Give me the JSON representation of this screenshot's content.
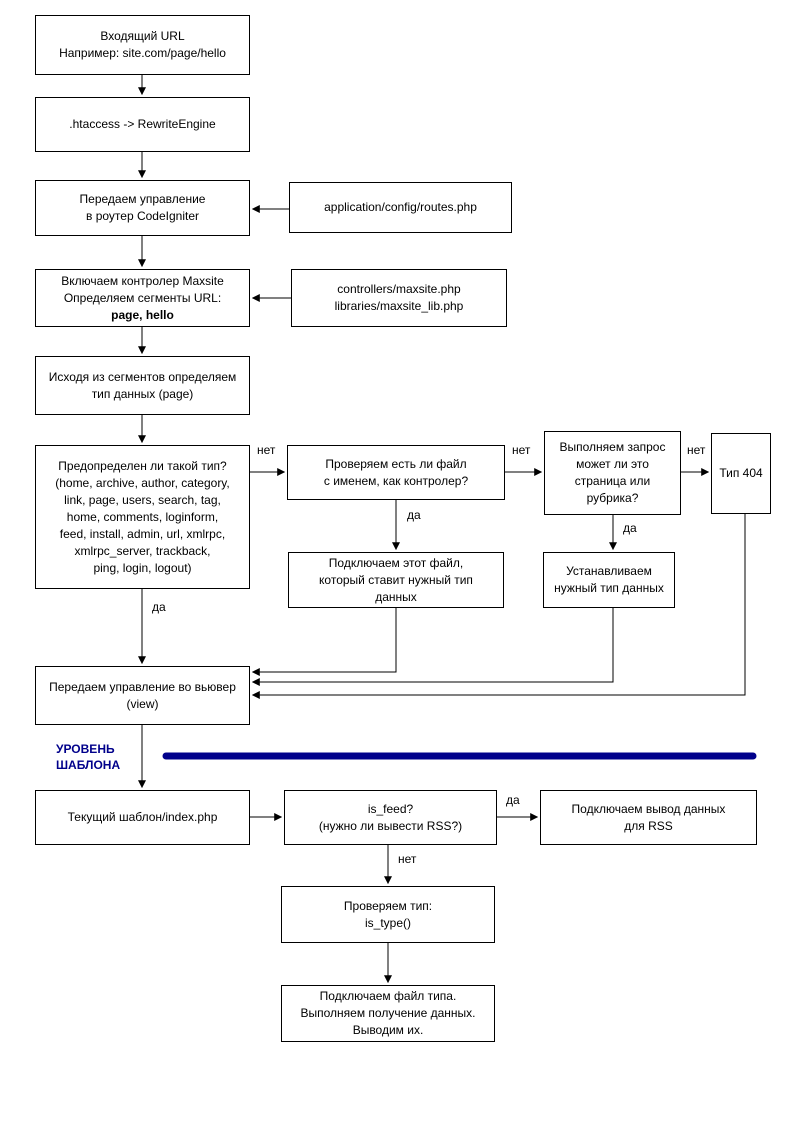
{
  "colors": {
    "accent_navy": "#00008B",
    "line_black": "#000000",
    "box_background": "#FFFFFF"
  },
  "labels": {
    "yes": "да",
    "no": "нет"
  },
  "level_divider": {
    "label": "УРОВЕНЬ\nШАБЛОНА"
  },
  "boxes": {
    "incoming_url": "Входящий URL\nНапример: site.com/page/hello",
    "htaccess": ".htaccess -> RewriteEngine",
    "router": "Передаем управление\nв роутер CodeIgniter",
    "routes_file": "application/config/routes.php",
    "maxsite_controller": "Включаем контролер Maxsite\nОпределяем сегменты URL:",
    "maxsite_controller_segments": "page, hello",
    "maxsite_files": "controllers/maxsite.php\nlibraries/maxsite_lib.php",
    "detect_type": "Исходя из сегментов определяем\nтип данных (page)",
    "predefined_type": "Предопределен ли такой тип?\n(home, archive, author, category,\nlink, page, users, search, tag,\nhome, comments, loginform,\nfeed, install, admin, url, xmlrpc,\nxmlrpc_server, trackback,\nping, login, logout)",
    "check_file": "Проверяем есть ли файл\nс именем, как контролер?",
    "query_page_or_category": "Выполняем запрос\nможет ли это\nстраница или\nрубрика?",
    "type_404": "Тип 404",
    "include_this_file": "Подключаем этот файл,\nкоторый ставит нужный тип\nданных",
    "set_needed_type": "Устанавливаем\nнужный тип данных",
    "viewer": "Передаем управление во вьювер\n(view)",
    "current_template": "Текущий шаблон/index.php",
    "is_feed": "is_feed?\n(нужно ли вывести RSS?)",
    "rss_output": "Подключаем вывод данных\nдля RSS",
    "check_is_type": "Проверяем тип:\nis_type()",
    "include_type_file": "Подключаем файл типа.\nВыполняем получение данных.\nВыводим их."
  }
}
